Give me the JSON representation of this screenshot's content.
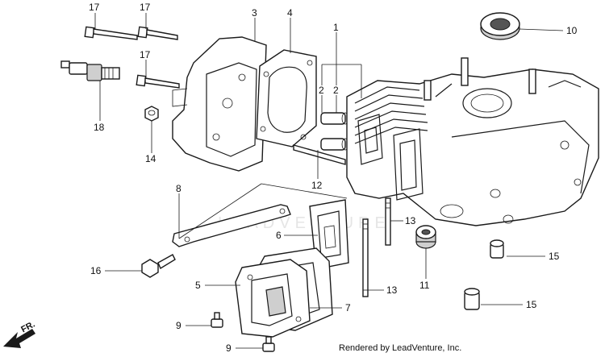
{
  "diagram": {
    "callouts": [
      {
        "id": "c17a",
        "text": "17"
      },
      {
        "id": "c17b",
        "text": "17"
      },
      {
        "id": "c17c",
        "text": "17"
      },
      {
        "id": "c3",
        "text": "3"
      },
      {
        "id": "c4",
        "text": "4"
      },
      {
        "id": "c1",
        "text": "1"
      },
      {
        "id": "c2a",
        "text": "2"
      },
      {
        "id": "c2b",
        "text": "2"
      },
      {
        "id": "c10",
        "text": "10"
      },
      {
        "id": "c18",
        "text": "18"
      },
      {
        "id": "c14",
        "text": "14"
      },
      {
        "id": "c12",
        "text": "12"
      },
      {
        "id": "c8",
        "text": "8"
      },
      {
        "id": "c6",
        "text": "6"
      },
      {
        "id": "c13a",
        "text": "13"
      },
      {
        "id": "c13b",
        "text": "13"
      },
      {
        "id": "c11",
        "text": "11"
      },
      {
        "id": "c15a",
        "text": "15"
      },
      {
        "id": "c15b",
        "text": "15"
      },
      {
        "id": "c16",
        "text": "16"
      },
      {
        "id": "c5",
        "text": "5"
      },
      {
        "id": "c7",
        "text": "7"
      },
      {
        "id": "c9a",
        "text": "9"
      },
      {
        "id": "c9b",
        "text": "9"
      }
    ],
    "direction_label": "FR.",
    "watermark": "LEADVENTURE",
    "footer": "Rendered by LeadVenture, Inc."
  }
}
